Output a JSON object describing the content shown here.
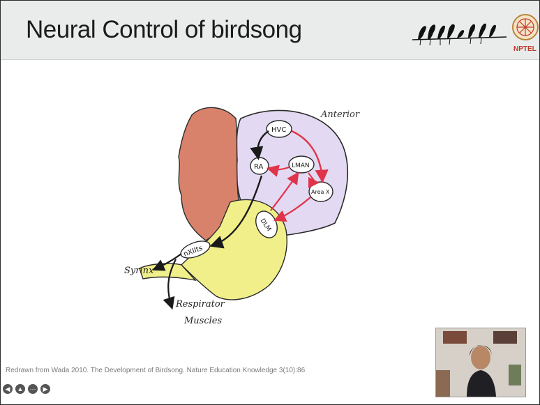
{
  "slide": {
    "title": "Neural Control of birdsong",
    "logo_text": "NPTEL",
    "citation": "Redrawn from Wada 2010. The Development of Birdsong. Nature Education Knowledge 3(10):86"
  },
  "diagram": {
    "labels": {
      "anterior": "Anterior",
      "hvc": "HVC",
      "ra": "RA",
      "lman": "LMAN",
      "areax": "Area X",
      "dlm": "DLM",
      "nxiits": "nXIIts",
      "syrinx": "Syrinx",
      "respirator": "Respirator",
      "muscles": "Muscles"
    }
  },
  "controls": [
    "prev-icon",
    "pointer-icon",
    "menu-icon",
    "next-icon"
  ],
  "colors": {
    "header_bg": "#e9eceb",
    "forebrain": "#e3d9f2",
    "cerebellum": "#d9826b",
    "brainstem": "#f0ef8a",
    "red_pathway": "#e0344a",
    "black_pathway": "#1a1a1a"
  }
}
